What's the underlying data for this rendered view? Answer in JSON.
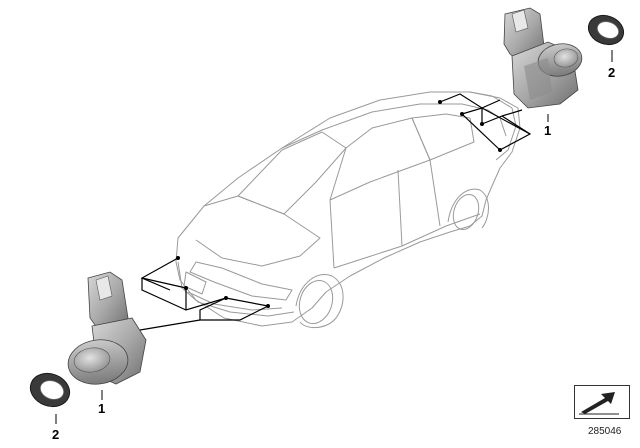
{
  "callouts": {
    "rear_sensor": "1",
    "rear_ring": "2",
    "front_sensor": "1",
    "front_ring": "2"
  },
  "diagram_id": "285046",
  "icons": {
    "id_box": "direction-arrow-icon"
  }
}
